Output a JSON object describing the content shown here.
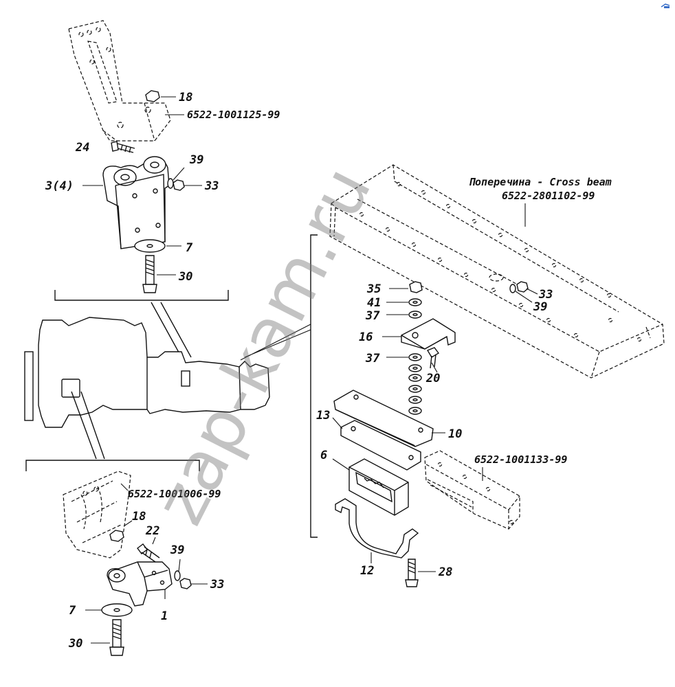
{
  "cross_beam": {
    "name": "Поперечина - Cross beam",
    "part_no": "6522-2801102-99"
  },
  "assemblies": {
    "rear_bracket": "6522-1001125-99",
    "front_bracket": "6522-1001006-99",
    "frame_member": "6522-1001133-99"
  },
  "callouts": {
    "c18_top": "18",
    "c24": "24",
    "c3_4": "3(4)",
    "c39_top": "39",
    "c33_top": "33",
    "c7_top": "7",
    "c30_top": "30",
    "c35": "35",
    "c41": "41",
    "c37_a": "37",
    "c16": "16",
    "c37_b": "37",
    "c20": "20",
    "c33_beam": "33",
    "c39_beam": "39",
    "c13": "13",
    "c10": "10",
    "c6": "6",
    "c12": "12",
    "c28": "28",
    "c18_bot": "18",
    "c22": "22",
    "c39_bot": "39",
    "c33_bot": "33",
    "c7_bot": "7",
    "c1": "1",
    "c30_bot": "30"
  },
  "watermark": "zap-kam.ru",
  "colors": {
    "line": "#111111",
    "watermark": "#7b7b7b"
  }
}
